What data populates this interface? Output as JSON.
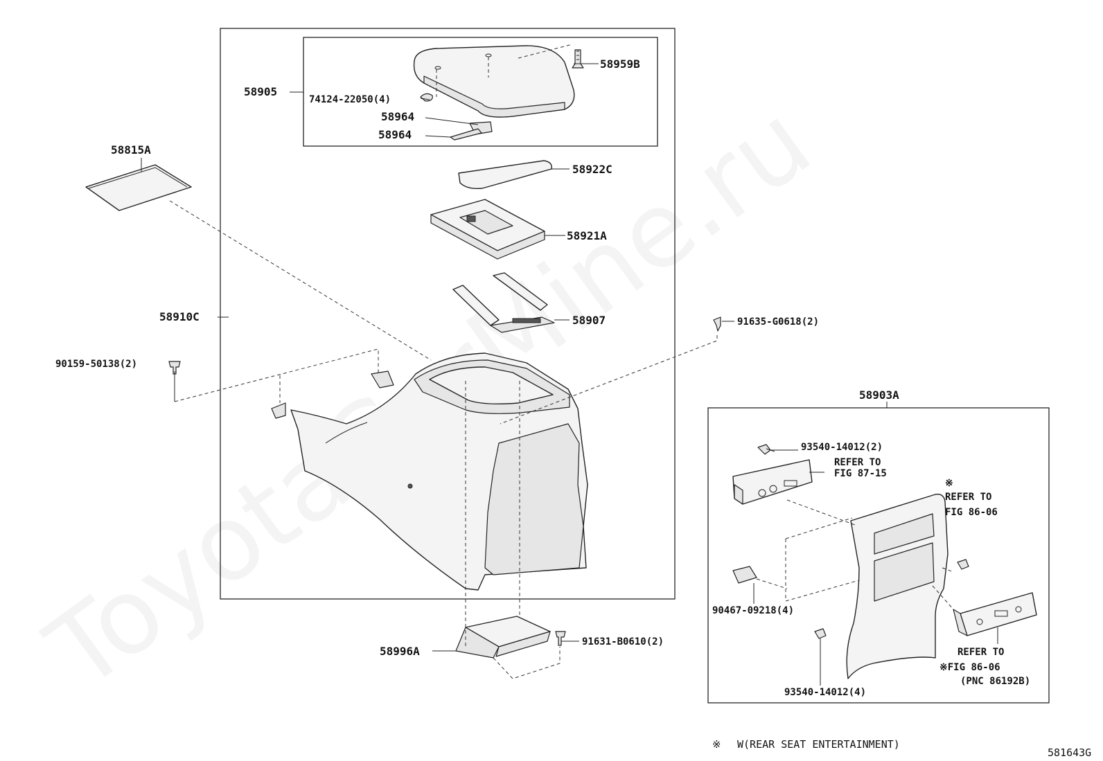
{
  "watermark": "ToyotaCarMine.ru",
  "diagram_id": "581643G",
  "legend": {
    "mark": "※",
    "text": "W(REAR SEAT ENTERTAINMENT)"
  },
  "labels": {
    "p58905": "58905",
    "p58959b": "58959B",
    "p74124": "74124-22050(4)",
    "p58964a": "58964",
    "p58964b": "58964",
    "p58815a": "58815A",
    "p58922c": "58922C",
    "p58921a": "58921A",
    "p58910c": "58910C",
    "p58907": "58907",
    "p91635": "91635-G0618(2)",
    "p90159": "90159-50138(2)",
    "p58996a": "58996A",
    "p91631": "91631-B0610(2)",
    "p58903a": "58903A",
    "p93540top": "93540-14012(2)",
    "refer8715_l1": "REFER TO",
    "refer8715_l2": "FIG 87-15",
    "mark1": "※",
    "refer8606_l1": "REFER TO",
    "refer8606_l2": "FIG 86-06",
    "p90467": "90467-09218(4)",
    "p93540bot": "93540-14012(4)",
    "refer8606b_l1": "REFER TO",
    "refer8606b_l2": "※FIG 86-06",
    "refer8606b_l3": "(PNC 86192B)"
  }
}
